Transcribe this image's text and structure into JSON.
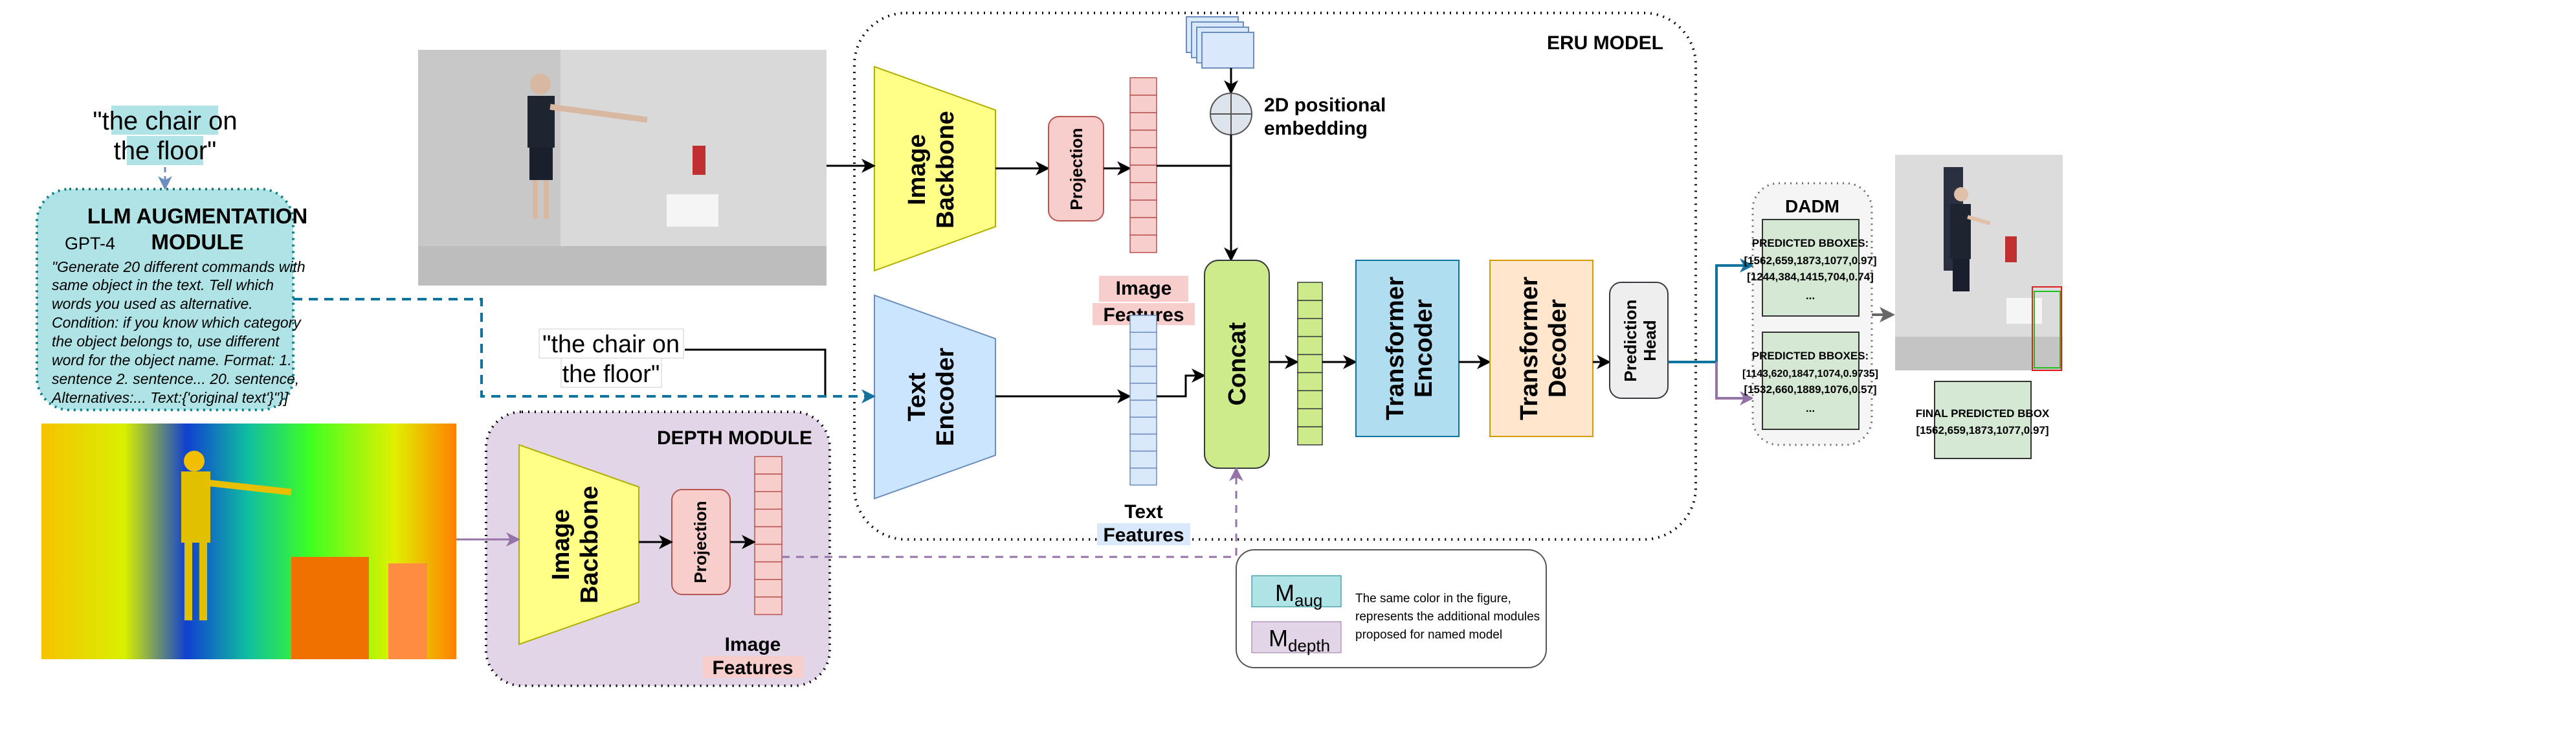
{
  "query_top": [
    "\"the chair on",
    "the floor\""
  ],
  "llm_module": {
    "title": [
      "LLM AUGMENTATION",
      "MODULE"
    ],
    "model": "GPT-4",
    "prompt": [
      " \"Generate 20 different commands with",
      "same object in the text. Tell which",
      "words you used as alternative.",
      "Condition: if you know which category",
      "the object belongs to, use different",
      "word for the object name. Format: 1.",
      "sentence 2. sentence... 20. sentence,",
      "Alternatives:... Text:{'original text'}\"}]"
    ]
  },
  "query_mid": [
    "\"the chair on",
    "the floor\""
  ],
  "eru": {
    "title": "ERU MODEL",
    "image_backbone": [
      "Image",
      "Backbone"
    ],
    "projection": "Projection",
    "image_features": [
      "Image",
      "Features"
    ],
    "positional": [
      "2D positional",
      "embedding"
    ],
    "text_encoder": [
      "Text",
      "Encoder"
    ],
    "text_features": [
      "Text",
      "Features"
    ],
    "concat": "Concat",
    "transformer_encoder": [
      "Transformer",
      "Encoder"
    ],
    "transformer_decoder": [
      "Transformer",
      "Decoder"
    ],
    "prediction_head": [
      "Prediction",
      "Head"
    ]
  },
  "depth_module": {
    "title": "DEPTH MODULE",
    "image_backbone": [
      "Image",
      "Backbone"
    ],
    "projection": "Projection",
    "image_features": [
      "Image",
      "Features"
    ]
  },
  "dadm": {
    "title": "DADM",
    "box1": [
      "PREDICTED BBOXES:",
      "[1562,659,1873,1077,0.97]",
      "[1244,384,1415,704,0.74]",
      "..."
    ],
    "box2": [
      "PREDICTED BBOXES:",
      "[1143,620,1847,1074,0.9735]",
      "[1532,660,1889,1076,0.57]",
      "..."
    ]
  },
  "final": [
    "FINAL PREDICTED BBOX",
    "[1562,659,1873,1077,0.97]"
  ],
  "legend": {
    "aug": {
      "m": "M",
      "sub": "aug"
    },
    "depth": {
      "m": "M",
      "sub": "depth"
    },
    "text": [
      "The same color in the figure,",
      "represents the additional modules",
      "proposed for named model"
    ]
  },
  "colors": {
    "llm": "#b0e3e6",
    "depth": "#e1d5e7",
    "image_backbone": "#ffff88",
    "text_encoder": "#cce5ff",
    "projection": "#f8cecc",
    "concat": "#cdeb8b",
    "transformer_encoder": "#b1ddf0",
    "transformer_decoder": "#ffe6cc",
    "bbox_box": "#d5e8d4",
    "rgb_branch_arrow": "#10739e",
    "depth_branch_arrow": "#9673a6"
  }
}
